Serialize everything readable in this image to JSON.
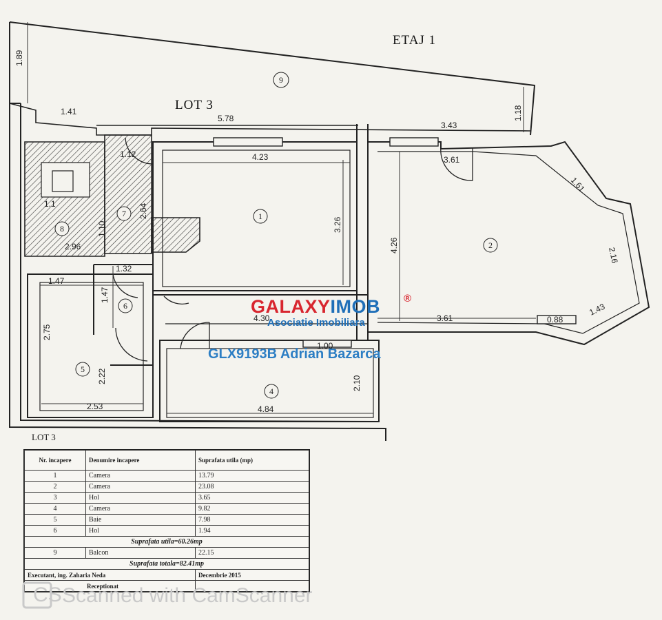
{
  "plan": {
    "title": "ETAJ 1",
    "lot_label": "LOT 3",
    "rooms": [
      "1",
      "2",
      "6",
      "4",
      "5",
      "7",
      "8",
      "9"
    ],
    "dimensions": {
      "d189": "1.89",
      "d141": "1.41",
      "d578": "5.78",
      "d343": "3.43",
      "d118": "1.18",
      "d112": "1.12",
      "d423": "4.23",
      "d361a": "3.61",
      "d161": "1.61",
      "d264": "2.64",
      "d326": "3.26",
      "d426": "4.26",
      "d216": "2.16",
      "d11": "1.1",
      "d110": "1.10",
      "d296": "2.96",
      "d132": "1.32",
      "d147a": "1.47",
      "d147b": "1.47",
      "d430": "4.30",
      "d361b": "3.61",
      "d088": "0.88",
      "d143": "1.43",
      "d275": "2.75",
      "d100": "1.00",
      "d222": "2.22",
      "d210": "2.10",
      "d253": "2.53",
      "d484": "4.84"
    }
  },
  "watermark": {
    "brand": "GALAXYIMOB",
    "brand_part1": "GALAXY",
    "brand_part2": "IMOB",
    "registered": "®",
    "subtitle": "Asociatie Imobiliara",
    "listing": "GLX9193B Adrian Bazarca",
    "scanner": "Scanned with CamScanner",
    "colors": {
      "brand_red": "#d8262f",
      "brand_blue": "#1f6fb8"
    }
  },
  "legend": {
    "lot_label": "LOT 3",
    "headers": [
      "Nr. incapere",
      "Denumire incapere",
      "Suprafata utila (mp)"
    ],
    "rows": [
      [
        "1",
        "Camera",
        "13.79"
      ],
      [
        "2",
        "Camera",
        "23.08"
      ],
      [
        "3",
        "Hol",
        "3.65"
      ],
      [
        "4",
        "Camera",
        "9.82"
      ],
      [
        "5",
        "Baie",
        "7.98"
      ],
      [
        "6",
        "Hol",
        "1.94"
      ]
    ],
    "subtotal": "Suprafata utila=60.26mp",
    "balcony_row": [
      "9",
      "Balcon",
      "22.15"
    ],
    "total": "Suprafata totala=82.41mp",
    "executant": "Executant, ing. Zaharia Neda",
    "date": "Decembrie 2015",
    "receptie": "Receptionat"
  }
}
